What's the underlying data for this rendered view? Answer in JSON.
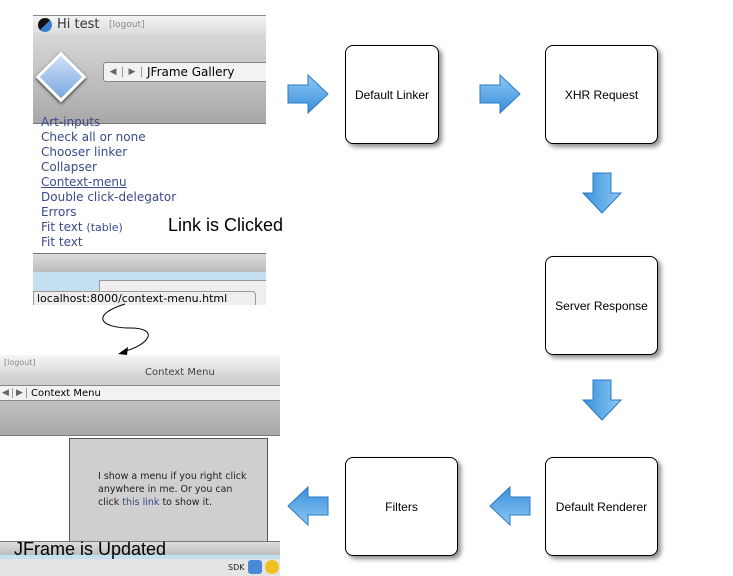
{
  "top_shot": {
    "greeting": "Hi test",
    "logout": "[logout]",
    "window_title": "JFrame Gallery",
    "links": [
      "Art-inputs",
      "Check all or none",
      "Chooser linker",
      "Collapser",
      "Context-menu",
      "Double click-delegator",
      "Errors",
      "Fit text",
      "Fit text"
    ],
    "link_suffix": "(table)",
    "status_url": "localhost:8000/context-menu.html"
  },
  "captions": {
    "clicked": "Link is Clicked",
    "updated": "JFrame is Updated"
  },
  "bottom_shot": {
    "logout": "[logout]",
    "title_faded": "Context Menu",
    "window_title": "Context Menu",
    "content_text": "I show a menu if you right click anywhere in me. Or you can click",
    "content_link": "this link",
    "content_tail": "to show it.",
    "dock_label": "SDK"
  },
  "flow": {
    "steps": [
      "Default Linker",
      "XHR Request",
      "Server Response",
      "Default Renderer",
      "Filters"
    ]
  },
  "colors": {
    "arrow": "#5aaae8"
  }
}
